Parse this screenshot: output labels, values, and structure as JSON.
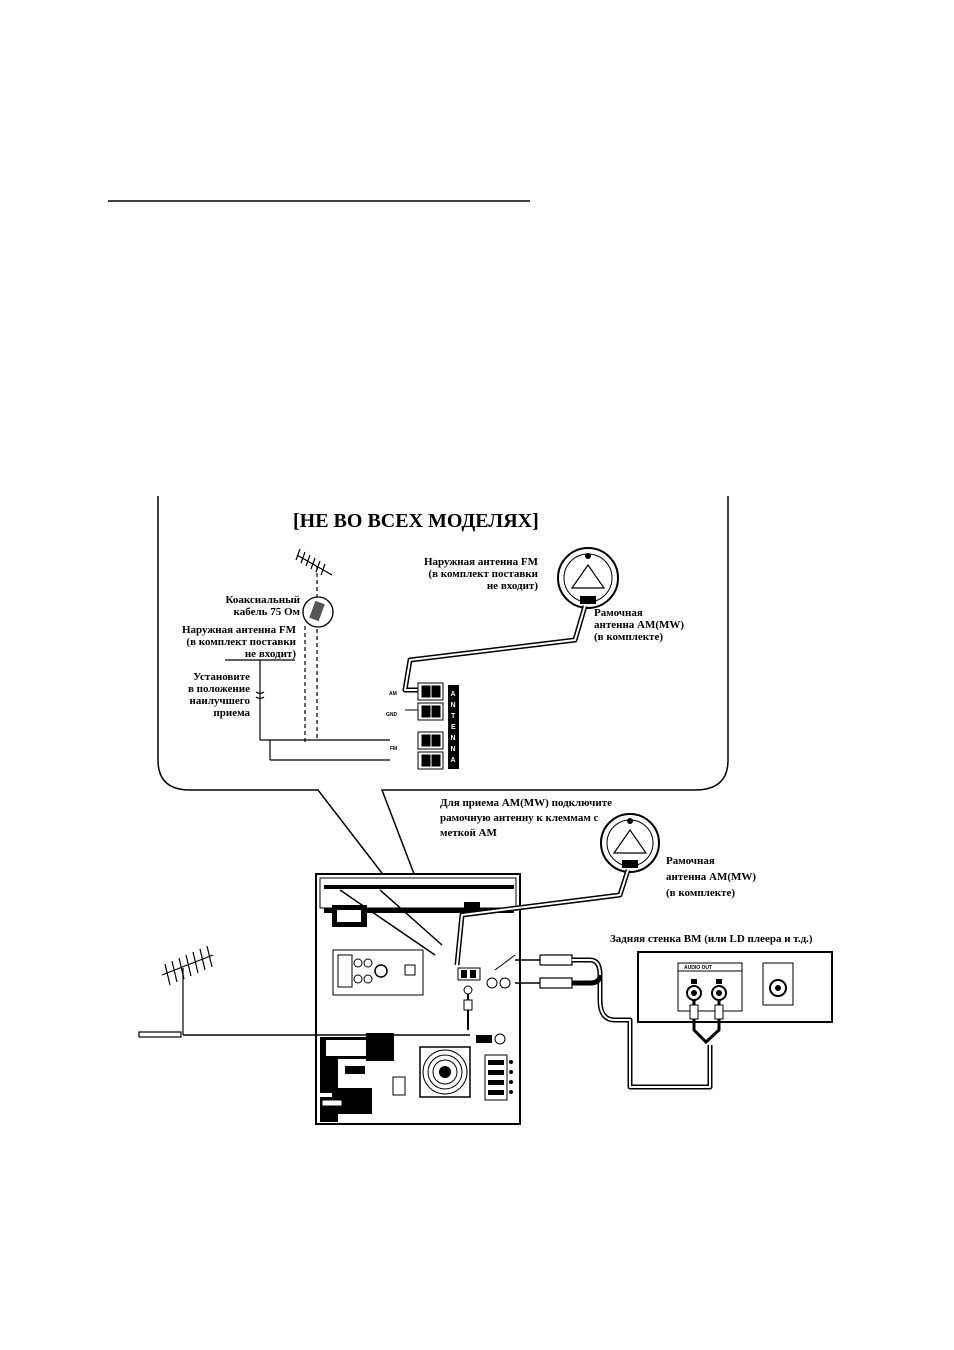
{
  "callout": {
    "title": "[НЕ ВО ВСЕХ МОДЕЛЯХ]",
    "fm_outdoor_top": [
      "Наружная антенна FM",
      "(в комплект поставки",
      "не входит)"
    ],
    "am_loop_top": [
      "Рамочная",
      "антенна AM(MW)",
      "(в комплекте)"
    ],
    "coax": [
      "Коаксиальный",
      "кабель 75 Ом"
    ],
    "fm_outdoor_left": [
      "Наружная антенна FM",
      "(в комплект поставки",
      "не входит)"
    ],
    "position": [
      "Установите",
      "в положение",
      "наилучшего",
      "приема"
    ],
    "terminal_labels": {
      "am": "AM",
      "gnd": "GND",
      "fm": "FM"
    },
    "antenna_letters": [
      "A",
      "N",
      "T",
      "E",
      "N",
      "N",
      "A"
    ]
  },
  "main": {
    "am_instruction": [
      "Для приема AM(MW) подключите",
      "рамочную антенну к клеммам с",
      "меткой AM"
    ],
    "am_loop_bottom": [
      "Рамочная",
      "антенна AM(MW)",
      "(в комплекте)"
    ],
    "vcr_caption": "Задняя стенка ВМ (или LD плеера и т.д.)",
    "audio_out": "AUDIO OUT"
  }
}
